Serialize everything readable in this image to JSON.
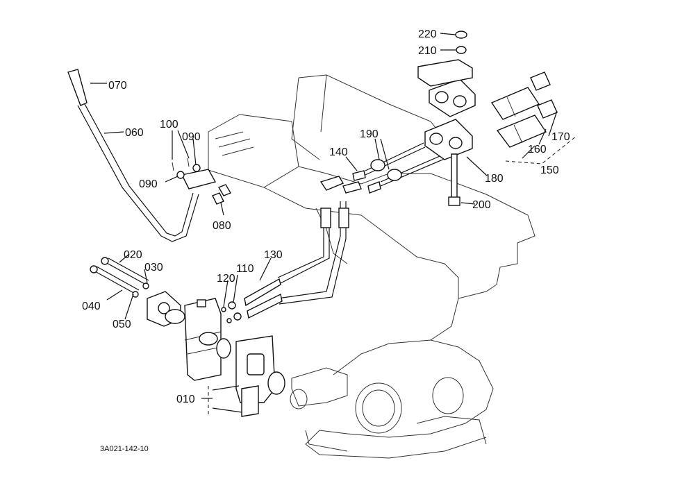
{
  "callouts": [
    {
      "id": "c220",
      "text": "220"
    },
    {
      "id": "c210",
      "text": "210"
    },
    {
      "id": "c070",
      "text": "070"
    },
    {
      "id": "c060",
      "text": "060"
    },
    {
      "id": "c100",
      "text": "100"
    },
    {
      "id": "c090a",
      "text": "090"
    },
    {
      "id": "c090b",
      "text": "090"
    },
    {
      "id": "c080",
      "text": "080"
    },
    {
      "id": "c140",
      "text": "140"
    },
    {
      "id": "c190",
      "text": "190"
    },
    {
      "id": "c180",
      "text": "180"
    },
    {
      "id": "c200",
      "text": "200"
    },
    {
      "id": "c160",
      "text": "160"
    },
    {
      "id": "c170",
      "text": "170"
    },
    {
      "id": "c150",
      "text": "150"
    },
    {
      "id": "c130",
      "text": "130"
    },
    {
      "id": "c120",
      "text": "120"
    },
    {
      "id": "c110",
      "text": "110"
    },
    {
      "id": "c020",
      "text": "020"
    },
    {
      "id": "c030",
      "text": "030"
    },
    {
      "id": "c040",
      "text": "040"
    },
    {
      "id": "c050",
      "text": "050"
    },
    {
      "id": "c010",
      "text": "010"
    }
  ],
  "drawing_code": "3A021-142-10"
}
